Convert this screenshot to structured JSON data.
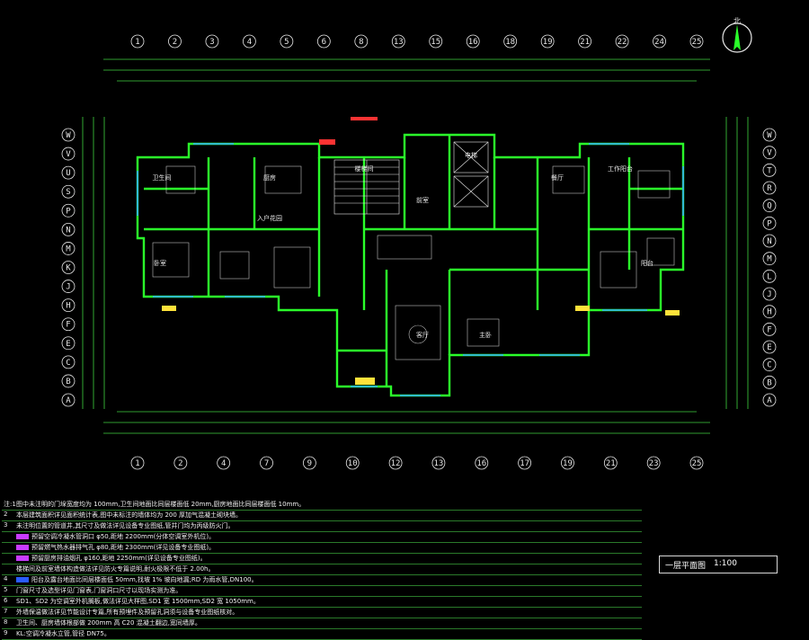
{
  "drawing": {
    "title": "一层平面图",
    "scale": "1:100",
    "north_label": "北",
    "colors": {
      "background": "#000000",
      "wall": "#2aff2a",
      "dimension": "#3fd23f",
      "text": "#e8e8e8",
      "window": "#33aaff",
      "accent_red": "#ff3333",
      "accent_yellow": "#ffe23a"
    }
  },
  "axes": {
    "top_numbers": [
      "1",
      "2",
      "3",
      "4",
      "5",
      "6",
      "8",
      "13",
      "15",
      "16",
      "18",
      "19",
      "21",
      "22",
      "24",
      "25"
    ],
    "bottom_numbers": [
      "1",
      "2",
      "4",
      "7",
      "9",
      "10",
      "12",
      "13",
      "16",
      "17",
      "19",
      "21",
      "23",
      "25"
    ],
    "left_letters": [
      "W",
      "V",
      "U",
      "S",
      "P",
      "N",
      "M",
      "K",
      "J",
      "H",
      "F",
      "E",
      "C",
      "B",
      "A"
    ],
    "right_letters": [
      "W",
      "V",
      "T",
      "R",
      "Q",
      "P",
      "N",
      "M",
      "L",
      "J",
      "H",
      "F",
      "E",
      "C",
      "B",
      "A"
    ]
  },
  "rooms": [
    {
      "label": "卫生间"
    },
    {
      "label": "厨房"
    },
    {
      "label": "餐厅"
    },
    {
      "label": "客厅"
    },
    {
      "label": "卧室"
    },
    {
      "label": "主卧"
    },
    {
      "label": "阳台"
    },
    {
      "label": "工作阳台"
    },
    {
      "label": "入户花园"
    },
    {
      "label": "电梯"
    },
    {
      "label": "前室"
    },
    {
      "label": "楼梯间"
    }
  ],
  "notes": [
    {
      "num": "注:1",
      "text": "图中未注明的门垛宽度均为 100mm,卫生间地面比同层楼面低 20mm,厨房地面比同层楼面低 10mm。"
    },
    {
      "num": "2",
      "text": "本层建筑面积详见面积统计表,图中未标注的墙体均为 200 厚加气混凝土砌块墙。"
    },
    {
      "num": "3",
      "text": "未注明位置的管道井,其尺寸及做法详见设备专业图纸,管井门均为丙级防火门。"
    },
    {
      "num": "",
      "text": "预留空调冷凝水管洞口 φ50,距地 2200mm(分体空调室外机位)。",
      "swatch": "#c83cff"
    },
    {
      "num": "",
      "text": "预留燃气热水器排气孔 φ80,距地 2300mm(详见设备专业图纸)。",
      "swatch": "#c83cff"
    },
    {
      "num": "",
      "text": "预留厨房排油烟孔 φ160,距地 2250mm(详见设备专业图纸)。",
      "swatch": "#c83cff"
    },
    {
      "num": "",
      "text": "楼梯间及前室墙体构造做法详见防火专篇说明,耐火极限不低于 2.00h。"
    },
    {
      "num": "4",
      "text": "阳台及露台地面比同层楼面低 50mm,找坡 1% 坡向地漏;RD 为雨水管,DN100。",
      "swatch": "#2a5cff"
    },
    {
      "num": "5",
      "text": "门窗尺寸及选型详见门窗表,门窗洞口尺寸以现场实测为准。"
    },
    {
      "num": "6",
      "text": "SD1、SD2 为空调室外机搁板,做法详见大样图,SD1 宽 1500mm,SD2 宽 1050mm。"
    },
    {
      "num": "7",
      "text": "外墙保温做法详见节能设计专篇,所有预埋件及预留孔洞须与设备专业图纸核对。"
    },
    {
      "num": "8",
      "text": "卫生间、厨房墙体根部做 200mm 高 C20 混凝土翻边,宽同墙厚。"
    },
    {
      "num": "9",
      "text": "KL:空调冷凝水立管,管径 DN75。"
    }
  ]
}
